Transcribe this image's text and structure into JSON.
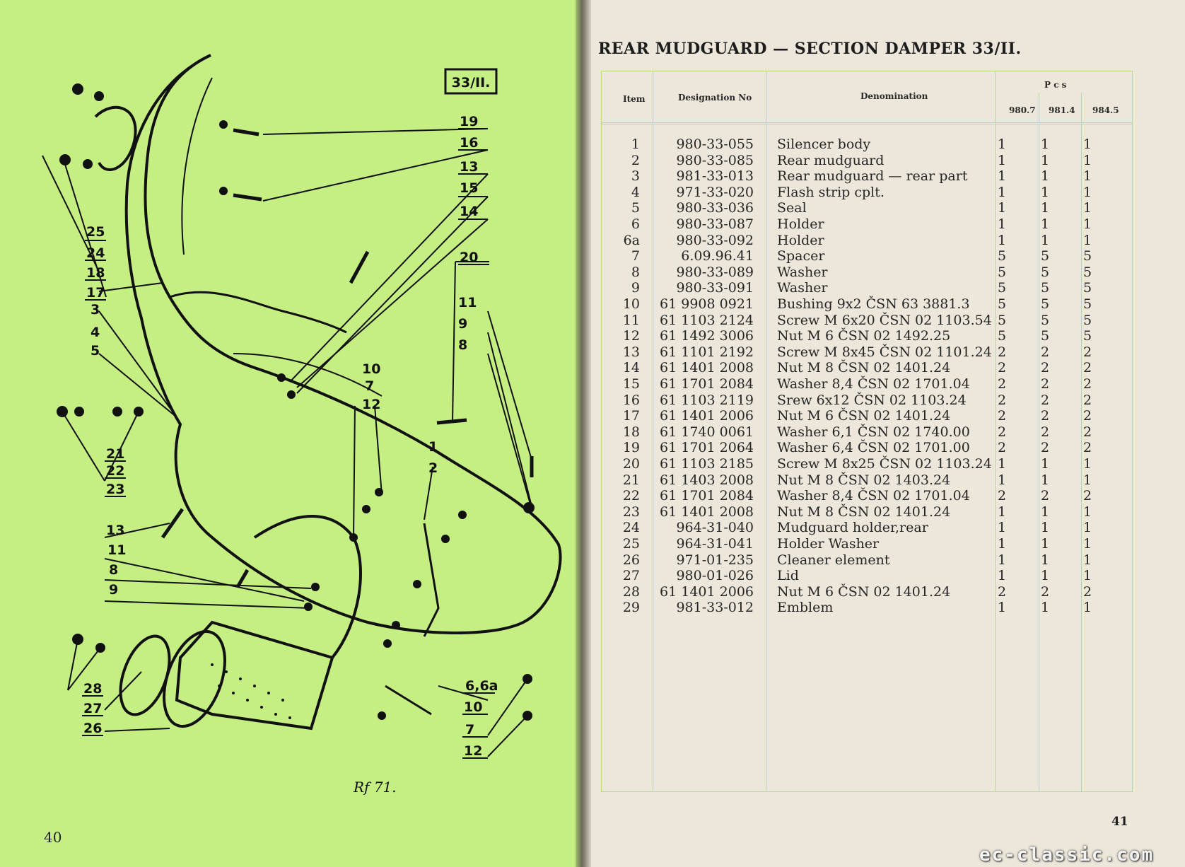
{
  "left_page": {
    "page_number": "40",
    "diagram_tag": "33/II.",
    "callouts": [
      "19",
      "16",
      "13",
      "15",
      "14",
      "25",
      "24",
      "18",
      "17",
      "3",
      "4",
      "5",
      "20",
      "11",
      "9",
      "8",
      "10",
      "7",
      "12",
      "1",
      "2",
      "21",
      "22",
      "23",
      "13",
      "11",
      "8",
      "9",
      "28",
      "27",
      "26",
      "6,6a",
      "10",
      "7",
      "12"
    ],
    "signature": "Rf 71."
  },
  "right_page": {
    "title": "REAR MUDGUARD — SECTION DAMPER 33/II.",
    "page_number": "41",
    "headers": {
      "item": "Item",
      "designation": "Designation No",
      "denomination": "Denomination",
      "pcs": "P c s",
      "models": [
        "980.7",
        "981.4",
        "984.5"
      ]
    },
    "rows": [
      {
        "item": "1",
        "des": "980-33-055",
        "den": "Silencer body",
        "p": [
          "1",
          "1",
          "1"
        ]
      },
      {
        "item": "2",
        "des": "980-33-085",
        "den": "Rear mudguard",
        "p": [
          "1",
          "1",
          "1"
        ]
      },
      {
        "item": "3",
        "des": "981-33-013",
        "den": "Rear mudguard — rear part",
        "p": [
          "1",
          "1",
          "1"
        ]
      },
      {
        "item": "4",
        "des": "971-33-020",
        "den": "Flash strip cplt.",
        "p": [
          "1",
          "1",
          "1"
        ]
      },
      {
        "item": "5",
        "des": "980-33-036",
        "den": "Seal",
        "p": [
          "1",
          "1",
          "1"
        ]
      },
      {
        "item": "6",
        "des": "980-33-087",
        "den": "Holder",
        "p": [
          "1",
          "1",
          "1"
        ]
      },
      {
        "item": "6a",
        "des": "980-33-092",
        "den": "Holder",
        "p": [
          "1",
          "1",
          "1"
        ]
      },
      {
        "item": "7",
        "des": "6.09.96.41",
        "den": "Spacer",
        "p": [
          "5",
          "5",
          "5"
        ]
      },
      {
        "item": "8",
        "des": "980-33-089",
        "den": "Washer",
        "p": [
          "5",
          "5",
          "5"
        ]
      },
      {
        "item": "9",
        "des": "980-33-091",
        "den": "Washer",
        "p": [
          "5",
          "5",
          "5"
        ]
      },
      {
        "item": "10",
        "des": "61 9908 0921",
        "den": "Bushing 9x2 ČSN 63 3881.3",
        "p": [
          "5",
          "5",
          "5"
        ]
      },
      {
        "item": "11",
        "des": "61 1103 2124",
        "den": "Screw M 6x20 ČSN 02 1103.54",
        "p": [
          "5",
          "5",
          "5"
        ]
      },
      {
        "item": "12",
        "des": "61 1492 3006",
        "den": "Nut M 6 ČSN 02 1492.25",
        "p": [
          "5",
          "5",
          "5"
        ]
      },
      {
        "item": "13",
        "des": "61 1101 2192",
        "den": "Screw M 8x45 ČSN 02 1101.24",
        "p": [
          "2",
          "2",
          "2"
        ]
      },
      {
        "item": "14",
        "des": "61 1401 2008",
        "den": "Nut M 8 ČSN 02 1401.24",
        "p": [
          "2",
          "2",
          "2"
        ]
      },
      {
        "item": "15",
        "des": "61 1701 2084",
        "den": "Washer 8,4 ČSN 02 1701.04",
        "p": [
          "2",
          "2",
          "2"
        ]
      },
      {
        "item": "16",
        "des": "61 1103 2119",
        "den": "Srew 6x12 ČSN 02 1103.24",
        "p": [
          "2",
          "2",
          "2"
        ]
      },
      {
        "item": "17",
        "des": "61 1401 2006",
        "den": "Nut M 6 ČSN 02 1401.24",
        "p": [
          "2",
          "2",
          "2"
        ]
      },
      {
        "item": "18",
        "des": "61 1740 0061",
        "den": "Washer 6,1 ČSN 02 1740.00",
        "p": [
          "2",
          "2",
          "2"
        ]
      },
      {
        "item": "19",
        "des": "61 1701 2064",
        "den": "Washer 6,4 ČSN 02 1701.00",
        "p": [
          "2",
          "2",
          "2"
        ]
      },
      {
        "item": "20",
        "des": "61 1103 2185",
        "den": "Screw M 8x25 ČSN 02 1103.24",
        "p": [
          "1",
          "1",
          "1"
        ]
      },
      {
        "item": "21",
        "des": "61 1403 2008",
        "den": "Nut M 8 ČSN 02 1403.24",
        "p": [
          "1",
          "1",
          "1"
        ]
      },
      {
        "item": "22",
        "des": "61 1701 2084",
        "den": "Washer 8,4 ČSN 02 1701.04",
        "p": [
          "2",
          "2",
          "2"
        ]
      },
      {
        "item": "23",
        "des": "61 1401 2008",
        "den": "Nut M 8 ČSN 02 1401.24",
        "p": [
          "1",
          "1",
          "1"
        ]
      },
      {
        "item": "24",
        "des": "964-31-040",
        "den": "Mudguard holder,rear",
        "p": [
          "1",
          "1",
          "1"
        ]
      },
      {
        "item": "25",
        "des": "964-31-041",
        "den": "Holder Washer",
        "p": [
          "1",
          "1",
          "1"
        ]
      },
      {
        "item": "26",
        "des": "971-01-235",
        "den": "Cleaner element",
        "p": [
          "1",
          "1",
          "1"
        ]
      },
      {
        "item": "27",
        "des": "980-01-026",
        "den": "Lid",
        "p": [
          "1",
          "1",
          "1"
        ]
      },
      {
        "item": "28",
        "des": "61 1401 2006",
        "den": "Nut M 6 ČSN 02 1401.24",
        "p": [
          "2",
          "2",
          "2"
        ]
      },
      {
        "item": "29",
        "des": "981-33-012",
        "den": "Emblem",
        "p": [
          "1",
          "1",
          "1"
        ]
      }
    ]
  },
  "watermark": "ec-classic.com",
  "colors": {
    "left_page": "#c5ef83",
    "right_page": "#ece7da",
    "rules": "#b6e07a"
  }
}
